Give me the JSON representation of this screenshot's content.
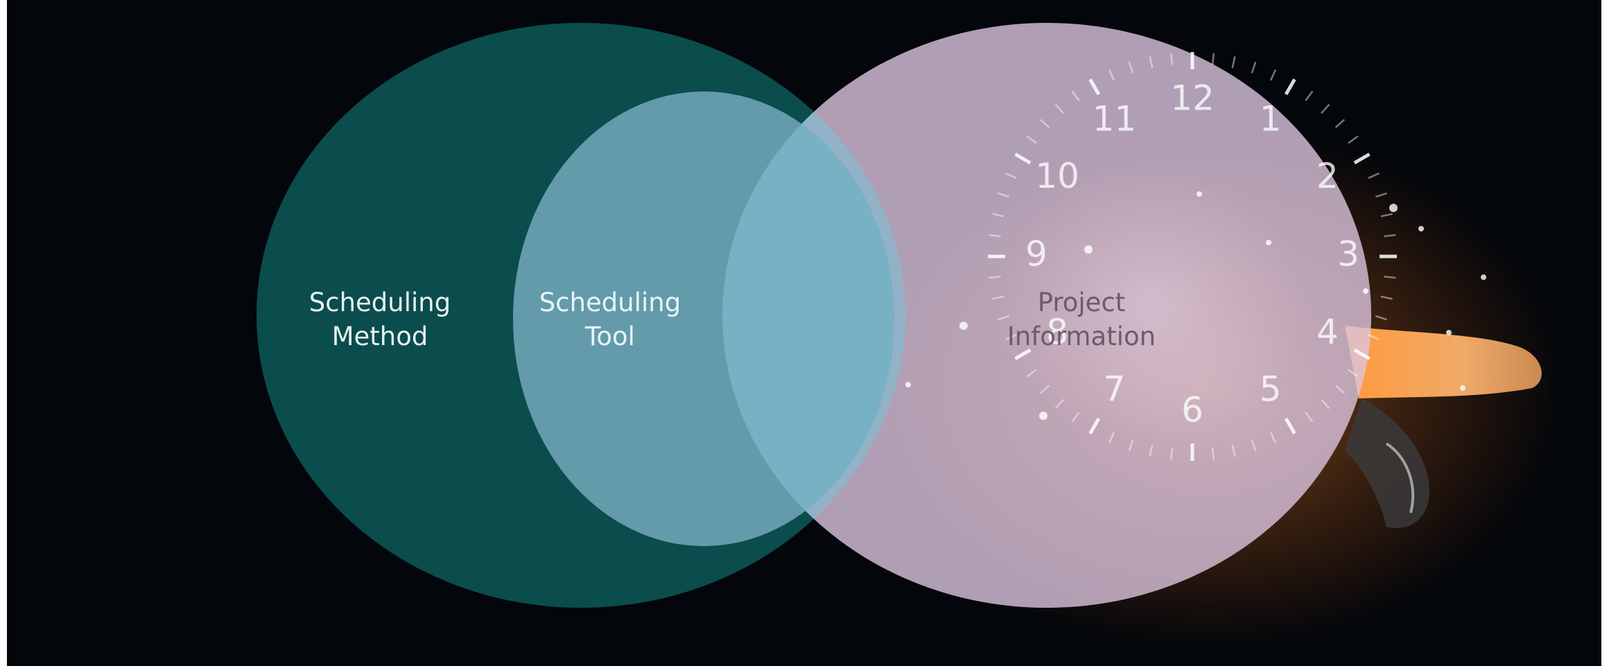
{
  "diagram": {
    "type": "venn",
    "circles": [
      {
        "key": "method",
        "lines": [
          "Scheduling",
          "Method"
        ],
        "color": "#0b4c4c"
      },
      {
        "key": "tool",
        "lines": [
          "Scheduling",
          "Tool"
        ],
        "color": "#6fa6b8"
      },
      {
        "key": "info",
        "lines": [
          "Project",
          "Information"
        ],
        "color": "#dcc4de"
      }
    ]
  },
  "clock": {
    "numbers": [
      "12",
      "1",
      "2",
      "3",
      "4",
      "5",
      "6",
      "7",
      "8",
      "9",
      "10",
      "11"
    ]
  },
  "colors": {
    "background": "#03060b",
    "glow": "#ff9a3c",
    "hand": "#e6a05a"
  }
}
